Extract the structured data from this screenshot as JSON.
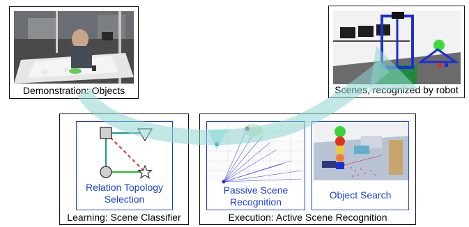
{
  "panels": {
    "demonstration": {
      "caption": "Demonstration: Objects"
    },
    "scenes": {
      "caption": "Scenes, recognized by robot"
    },
    "learning": {
      "caption": "Learning: Scene Classifier",
      "box_label_line1": "Relation Topology",
      "box_label_line2": "Selection"
    },
    "execution": {
      "caption": "Execution: Active Scene Recognition",
      "passive_line1": "Passive Scene",
      "passive_line2": "Recognition",
      "search_label": "Object Search"
    }
  },
  "colors": {
    "arrow": "#8fd6cf",
    "box_border": "#1b3fd6",
    "teal_edge": "#1a9a8a",
    "green_edge": "#22bb22",
    "red_edge": "#e03020"
  }
}
